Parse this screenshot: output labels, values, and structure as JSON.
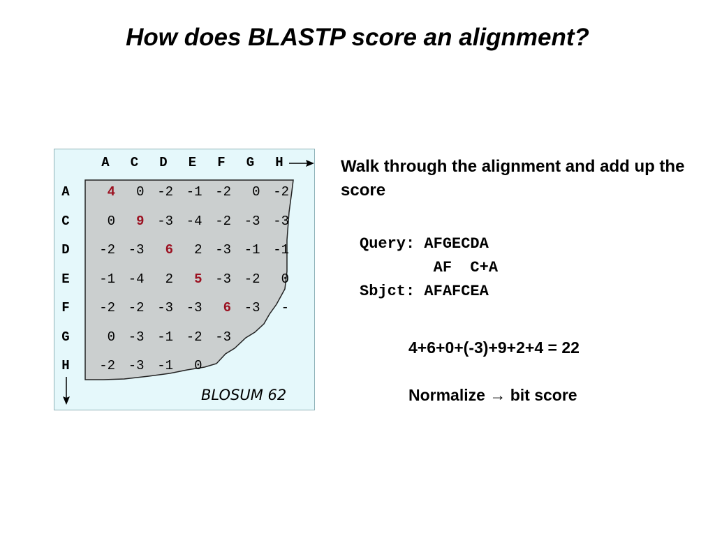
{
  "title": "How does BLASTP score an alignment?",
  "matrix": {
    "name": "BLOSUM 62",
    "columns": [
      "A",
      "C",
      "D",
      "E",
      "F",
      "G",
      "H"
    ],
    "rows": [
      {
        "label": "A",
        "values": [
          "4",
          "0",
          "-2",
          "-1",
          "-2",
          "0",
          "-2"
        ]
      },
      {
        "label": "C",
        "values": [
          "0",
          "9",
          "-3",
          "-4",
          "-2",
          "-3",
          "-3"
        ]
      },
      {
        "label": "D",
        "values": [
          "-2",
          "-3",
          "6",
          "2",
          "-3",
          "-1",
          "-1"
        ]
      },
      {
        "label": "E",
        "values": [
          "-1",
          "-4",
          "2",
          "5",
          "-3",
          "-2",
          "0"
        ]
      },
      {
        "label": "F",
        "values": [
          "-2",
          "-2",
          "-3",
          "-3",
          "6",
          "-3",
          "-"
        ]
      },
      {
        "label": "G",
        "values": [
          "0",
          "-3",
          "-1",
          "-2",
          "-3",
          "",
          ""
        ]
      },
      {
        "label": "H",
        "values": [
          "-2",
          "-3",
          "-1",
          "0",
          "",
          "",
          ""
        ]
      }
    ],
    "highlight_color": "#9b1020",
    "background_color": "#e5f8fb",
    "shaded_color": "#cbcfcf"
  },
  "instruction": "Walk through the alignment and add up the score",
  "alignment": {
    "query_label": "Query:",
    "query_seq": "AFGECDA",
    "match_line": "AF  C+A",
    "subject_label": "Sbjct:",
    "subject_seq": "AFAFCEA"
  },
  "formula": "4+6+0+(-3)+9+2+4 = 22",
  "normalize": {
    "prefix": "Normalize",
    "arrow": "→",
    "suffix": "bit score"
  }
}
